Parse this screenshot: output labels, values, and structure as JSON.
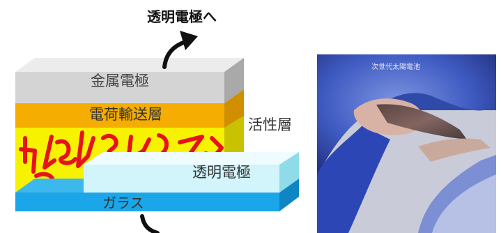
{
  "diagram": {
    "top_label": "透明電極へ",
    "layers": {
      "metal_electrode": "金属電極",
      "charge_transport": "電荷輸送層",
      "active_layer": "活性層",
      "transparent_electrode": "透明電極",
      "glass": "ガラス"
    }
  },
  "photo": {
    "caption": "次世代太陽電池"
  },
  "colors": {
    "metal_electrode": "#d4d4d4",
    "charge_transport": "#f4ad00",
    "active_layer_yellow": "#f7f200",
    "active_layer_red": "#e6121c",
    "transparent_electrode": "#d2f4fb",
    "glass": "#1aa6e8",
    "glove": "#3a58c6"
  }
}
